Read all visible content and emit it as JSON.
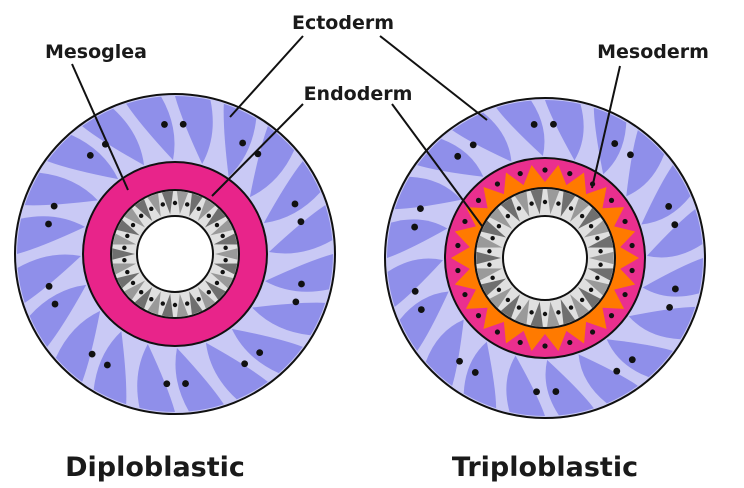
{
  "labels": {
    "ectoderm": "Ectoderm",
    "mesoglea": "Mesoglea",
    "endoderm": "Endoderm",
    "mesoderm": "Mesoderm"
  },
  "captions": {
    "left": "Diploblastic",
    "right": "Triploblastic"
  },
  "colors": {
    "ectoderm_light": "#c9c9f5",
    "ectoderm_cell": "#8f8fea",
    "outline": "#111111",
    "mesoglea": "#e8248a",
    "mesoderm_orange": "#ff7a00",
    "mesoderm_pink": "#ea2f8e",
    "endoderm_light": "#e0e0e0",
    "endoderm_dark": "#6f6f6f",
    "lumen": "#ffffff"
  }
}
